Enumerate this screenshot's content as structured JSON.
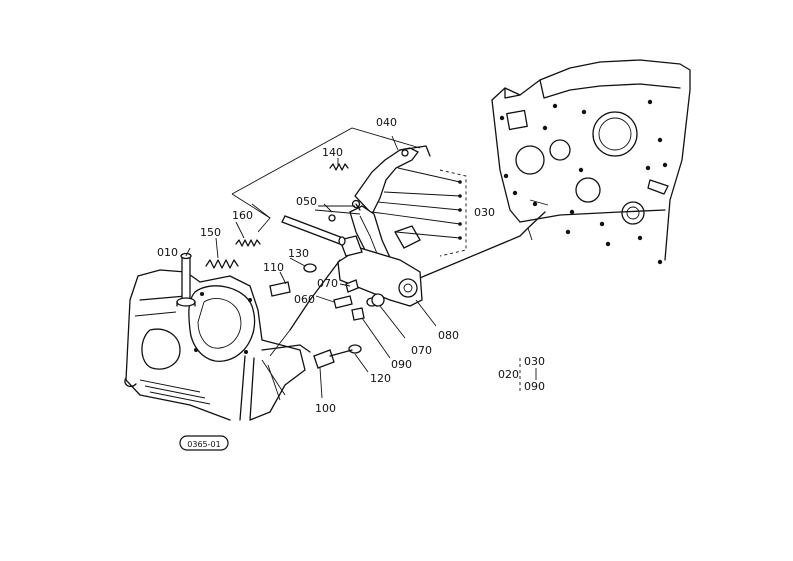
{
  "callouts": {
    "c010": "010",
    "c020": "020",
    "c030": "030",
    "c040": "040",
    "c050": "050",
    "c060": "060",
    "c070a": "070",
    "c070b": "070",
    "c080": "080",
    "c090": "090",
    "c100": "100",
    "c110": "110",
    "c120": "120",
    "c130": "130",
    "c140": "140",
    "c150": "150",
    "c160": "160"
  },
  "legend": {
    "top": "030",
    "left": "020",
    "bottom": "090"
  },
  "drawing_code": "0365-01",
  "colors": {
    "ink": "#111111",
    "paper": "#ffffff"
  }
}
